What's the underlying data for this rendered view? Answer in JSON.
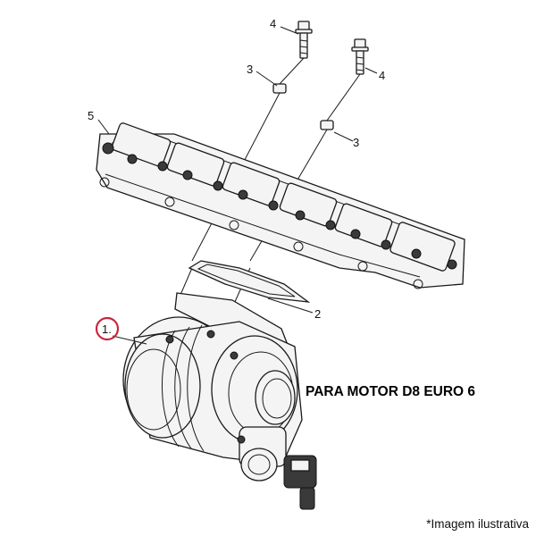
{
  "caption": "PARA MOTOR D8 EURO 6",
  "note": "*Imagem ilustrativa",
  "callouts": {
    "turbo": "1.",
    "gasket": "2",
    "spacer_left": "3",
    "spacer_right": "3",
    "bolt_left": "4",
    "bolt_right": "4",
    "manifold": "5"
  },
  "colors": {
    "highlight_ring": "#c8283c",
    "line": "#1a1a1a"
  }
}
